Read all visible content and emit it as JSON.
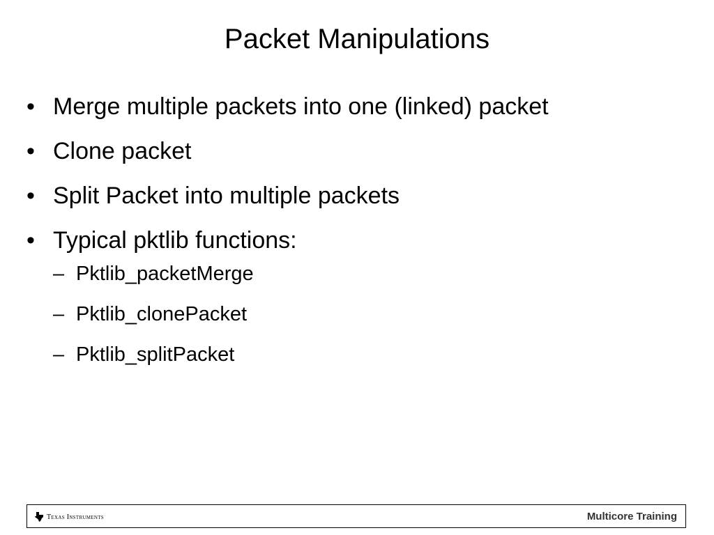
{
  "slide": {
    "title": "Packet Manipulations",
    "bullets": [
      {
        "text": "Merge multiple packets into one (linked) packet"
      },
      {
        "text": "Clone packet"
      },
      {
        "text": "Split Packet into multiple packets"
      },
      {
        "text": "Typical pktlib functions:",
        "sub_bullets": [
          {
            "text": "Pktlib_packetMerge"
          },
          {
            "text": "Pktlib_clonePacket"
          },
          {
            "text": "Pktlib_splitPacket"
          }
        ]
      }
    ],
    "bullet_symbol": "•",
    "sub_bullet_symbol": "–"
  },
  "footer": {
    "logo_text": "Texas Instruments",
    "logo_icon": "texas-state-icon",
    "right_text": "Multicore Training"
  }
}
